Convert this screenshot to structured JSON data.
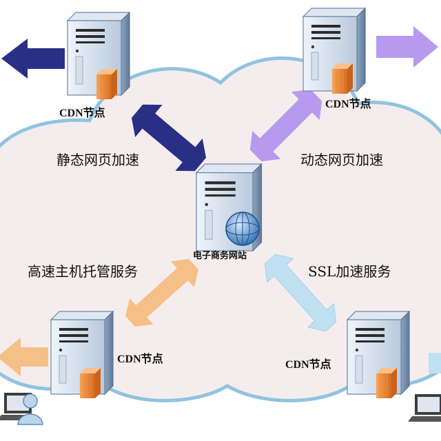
{
  "diagram": {
    "center_server": {
      "label": "电子商务网站"
    },
    "cdn_nodes": [
      {
        "label": "CDN节点"
      },
      {
        "label": "CDN节点"
      },
      {
        "label": "CDN节点"
      },
      {
        "label": "CDN节点"
      }
    ],
    "services": [
      {
        "label": "静态网页加速"
      },
      {
        "label": "动态网页加速"
      },
      {
        "label": "高速主机托管服务"
      },
      {
        "label": "SSL加速服务"
      }
    ]
  },
  "colors": {
    "static_arrow": "#2a2f86",
    "dynamic_arrow": "#b79af0",
    "hosting_arrow": "#f5bf88",
    "ssl_arrow": "#bfe1f2",
    "cloud_fill": "#f5eded",
    "cloud_stroke": "#8fc4df"
  }
}
